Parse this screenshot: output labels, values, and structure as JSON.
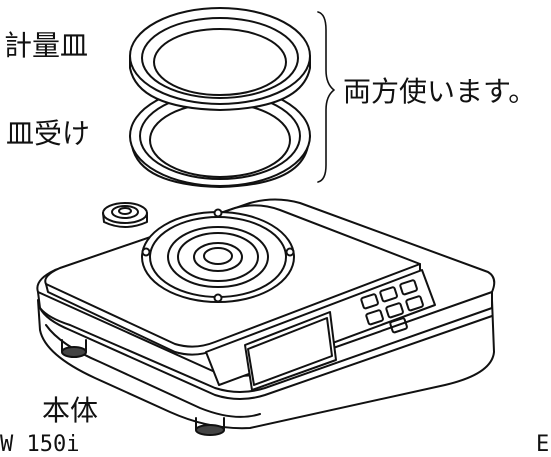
{
  "labels": {
    "weighing_pan": "計量皿",
    "pan_support": "皿受け",
    "both_used": "両方使います。",
    "main_body": "本体"
  },
  "cut_text": {
    "left": "W 150i",
    "right": "E"
  }
}
